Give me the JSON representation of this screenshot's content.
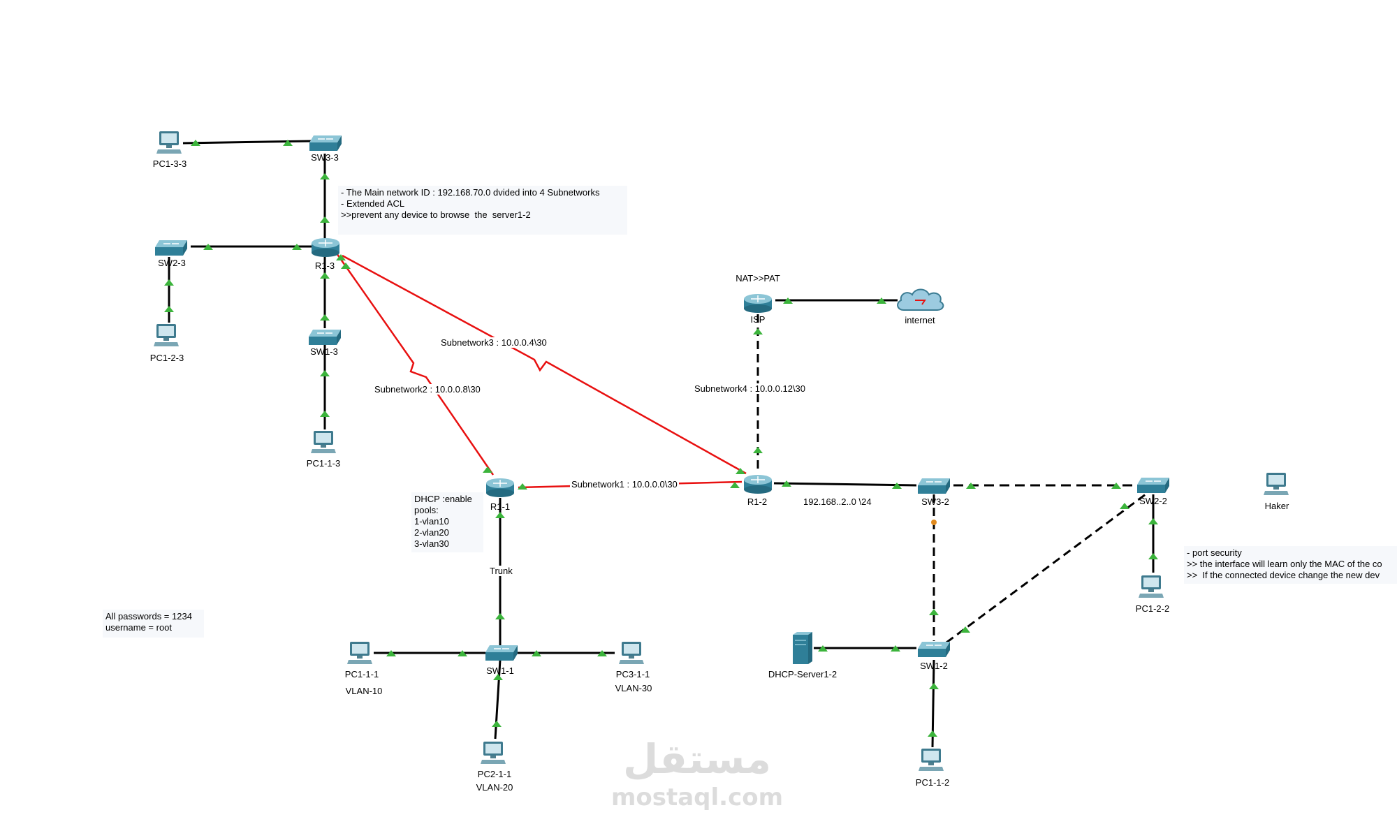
{
  "devices": {
    "pc133": "PC1-3-3",
    "sw33": "SW3-3",
    "sw23": "SW2-3",
    "r13": "R1-3",
    "pc123": "PC1-2-3",
    "sw13": "SW1-3",
    "pc113": "PC1-1-3",
    "r11": "R1-1",
    "sw11": "SW1-1",
    "pc111": "PC1-1-1",
    "vlan10": "VLAN-10",
    "pc311": "PC3-1-1",
    "vlan30": "VLAN-30",
    "pc211": "PC2-1-1",
    "vlan20": "VLAN-20",
    "isp": "ISP",
    "nat": "NAT>>PAT",
    "internet": "internet",
    "r12": "R1-2",
    "sw32": "SW3-2",
    "sw22": "SW2-2",
    "haker": "Haker",
    "pc122": "PC1-2-2",
    "dhcp_server": "DHCP-Server1-2",
    "sw12": "SW1-2",
    "pc112": "PC1-1-2"
  },
  "link_labels": {
    "subnet1": "Subnetwork1 : 10.0.0.0\\30",
    "subnet2": "Subnetwork2 : 10.0.0.8\\30",
    "subnet3": "Subnetwork3 : 10.0.0.4\\30",
    "subnet4": "Subnetwork4 : 10.0.0.12\\30",
    "trunk": "Trunk",
    "lan_r12": "192.168..2..0 \\24"
  },
  "notes": {
    "main_network": "- The Main network ID : 192.168.70.0 dvided into 4 Subnetworks\n- Extended ACL\n>>prevent any device to browse  the  server1-2",
    "dhcp": "DHCP :enable\npools:\n1-vlan10\n2-vlan20\n3-vlan30",
    "credentials": "All passwords = 1234\nusername = root",
    "port_security": "- port security\n>> the interface will learn only the MAC of the co\n>>  If the connected device change the new dev"
  },
  "watermark": {
    "arabic": "مستقل",
    "latin": "mostaql.com"
  },
  "colors": {
    "serial_link": "#e81010",
    "ethernet_link": "#000000",
    "link_up": "#3cb43c",
    "link_pending": "#e08a1e"
  }
}
